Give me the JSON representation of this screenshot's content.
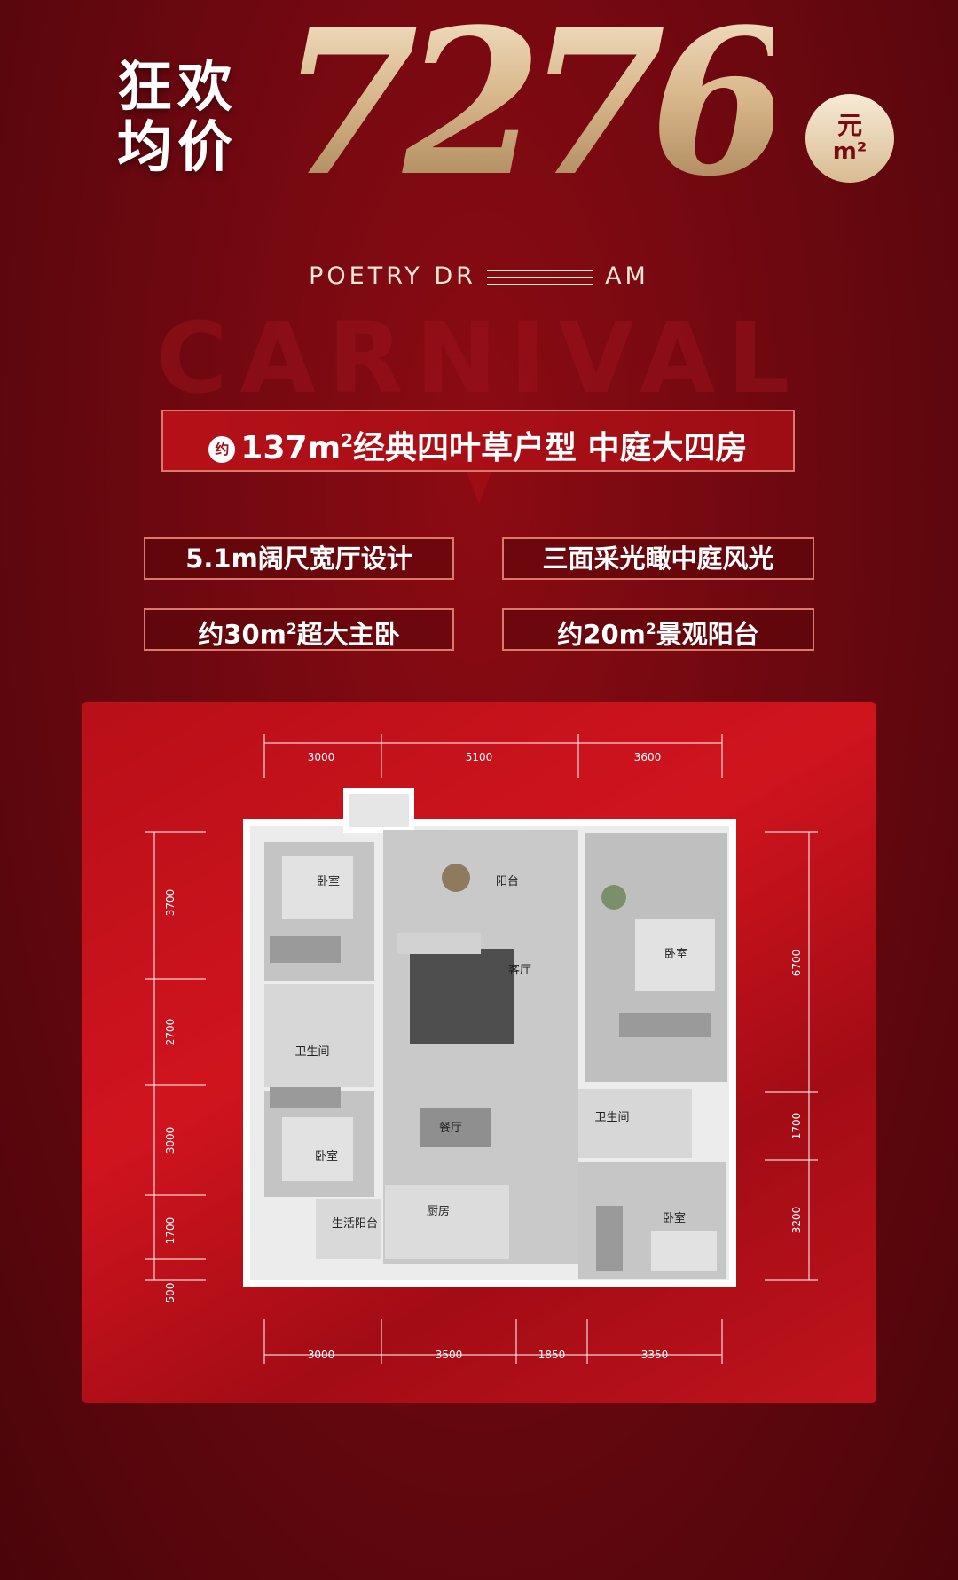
{
  "hero": {
    "label_line1": "狂欢",
    "label_line2": "均价",
    "price": "7276",
    "unit_yuan": "元",
    "unit_m2": "m²"
  },
  "brand": {
    "poetry": "POETRY DR",
    "poetry_tail": "AM",
    "carnival": "CARNIVAL"
  },
  "headline": {
    "approx": "约",
    "area": "137m",
    "area_sup": "2",
    "text": "经典四叶草户型 中庭大四房"
  },
  "features": [
    {
      "pre": "5.1m阔尺宽厅设计",
      "sup": "",
      "post": ""
    },
    {
      "pre": "三面采光瞰中庭风光",
      "sup": "",
      "post": ""
    },
    {
      "pre": "约30m",
      "sup": "2",
      "post": "超大主卧"
    },
    {
      "pre": "约20m",
      "sup": "2",
      "post": "景观阳台"
    }
  ],
  "rooms": {
    "bedroom": "卧室",
    "balcony": "阳台",
    "living": "客厅",
    "bathroom": "卫生间",
    "dining": "餐厅",
    "kitchen": "厨房",
    "utility_balcony": "生活阳台"
  },
  "dimensions": {
    "top": [
      "3000",
      "5100",
      "3600"
    ],
    "bottom": [
      "3000",
      "3500",
      "1850",
      "3350"
    ],
    "left": [
      "3700",
      "2700",
      "3000",
      "1700",
      "500"
    ],
    "right": [
      "6700",
      "1700",
      "3200"
    ]
  }
}
